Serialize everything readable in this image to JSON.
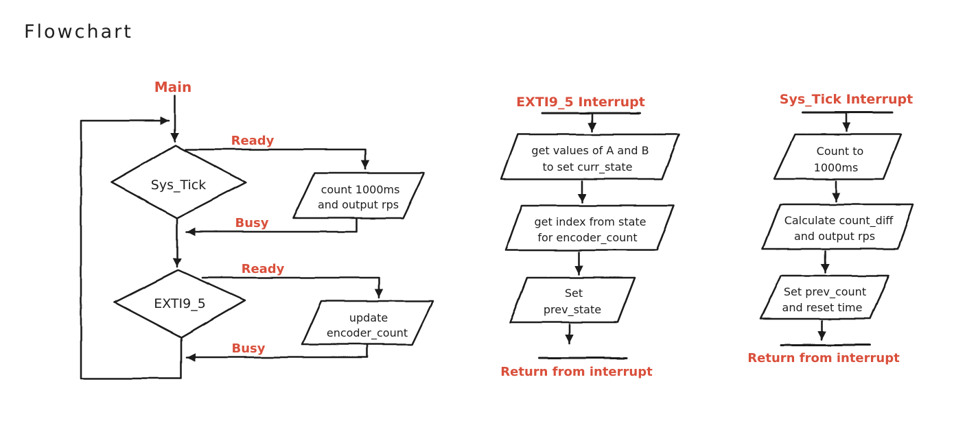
{
  "page_title": "Flowchart",
  "colors": {
    "ink": "#1d1d1d",
    "accent": "#d94f3b",
    "background": "#ffffff"
  },
  "main_flow": {
    "entry_label": "Main",
    "decisions": {
      "sys_tick": "Sys_Tick",
      "exti": "EXTI9_5"
    },
    "processes": {
      "count_output": {
        "line1": "count 1000ms",
        "line2": "and output rps"
      },
      "update_encoder": {
        "line1": "update",
        "line2": "encoder_count"
      }
    },
    "edge_labels": {
      "sys_tick_ready": "Ready",
      "sys_tick_busy": "Busy",
      "exti_ready": "Ready",
      "exti_busy": "Busy"
    }
  },
  "exti_interrupt_flow": {
    "title": "EXTI9_5 Interrupt",
    "steps": {
      "read_inputs": {
        "line1": "get values of A and B",
        "line2": "to set curr_state"
      },
      "get_index": {
        "line1": "get index from state",
        "line2": "for encoder_count"
      },
      "set_prev_state": {
        "line1": "Set",
        "line2": "prev_state"
      }
    },
    "return_label": "Return from interrupt"
  },
  "sys_tick_interrupt_flow": {
    "title": "Sys_Tick Interrupt",
    "steps": {
      "count": {
        "line1": "Count to",
        "line2": "1000ms"
      },
      "calculate": {
        "line1": "Calculate count_diff",
        "line2": "and output rps"
      },
      "set_prev_count": {
        "line1": "Set prev_count",
        "line2": "and reset time"
      }
    },
    "return_label": "Return from interrupt"
  }
}
